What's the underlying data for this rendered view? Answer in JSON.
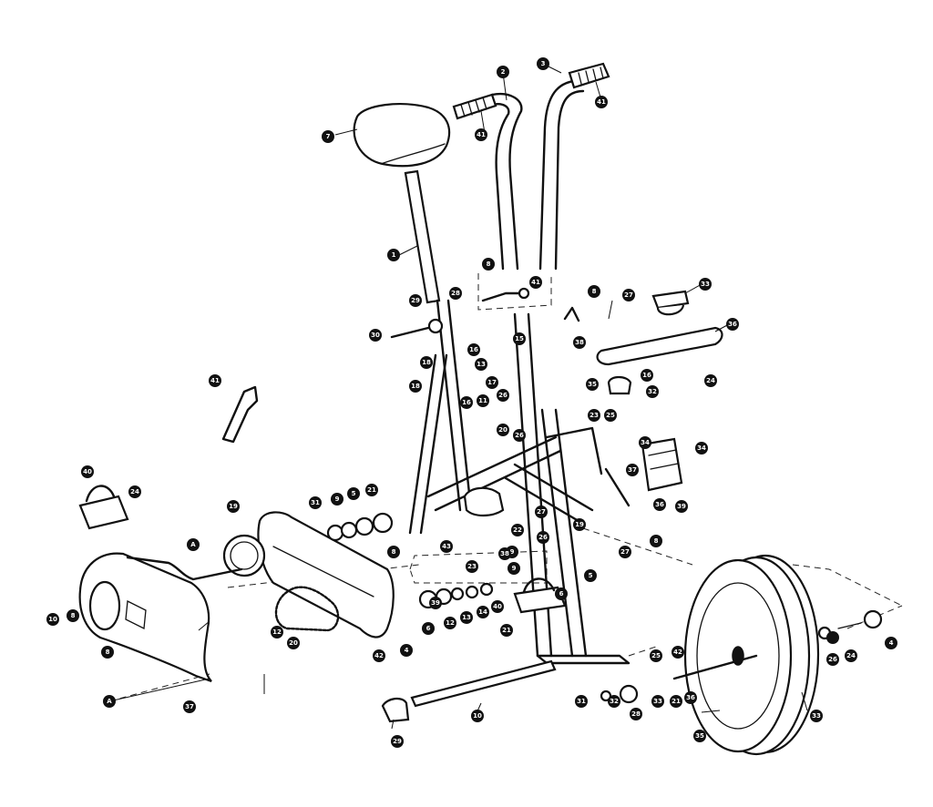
{
  "diagram": {
    "callouts": [
      {
        "id": "c1",
        "label": "7"
      },
      {
        "id": "c2",
        "label": "41"
      },
      {
        "id": "c3",
        "label": "2"
      },
      {
        "id": "c4",
        "label": "41"
      },
      {
        "id": "c5",
        "label": "3"
      },
      {
        "id": "c6",
        "label": "41"
      },
      {
        "id": "c7",
        "label": "1"
      },
      {
        "id": "c8",
        "label": "8"
      },
      {
        "id": "c9",
        "label": "8"
      },
      {
        "id": "c10",
        "label": "29"
      },
      {
        "id": "c11",
        "label": "30"
      },
      {
        "id": "c12",
        "label": "27"
      },
      {
        "id": "c13",
        "label": "33"
      },
      {
        "id": "c14",
        "label": "28"
      },
      {
        "id": "c15",
        "label": "38"
      },
      {
        "id": "c16",
        "label": "18"
      },
      {
        "id": "c17",
        "label": "16"
      },
      {
        "id": "c18",
        "label": "36"
      },
      {
        "id": "c19",
        "label": "16"
      },
      {
        "id": "c20",
        "label": "13"
      },
      {
        "id": "c21",
        "label": "15"
      },
      {
        "id": "c22",
        "label": "17"
      },
      {
        "id": "c23",
        "label": "26"
      },
      {
        "id": "c24",
        "label": "35"
      },
      {
        "id": "c25",
        "label": "18"
      },
      {
        "id": "c26",
        "label": "32"
      },
      {
        "id": "c27",
        "label": "24"
      },
      {
        "id": "c28",
        "label": "41"
      },
      {
        "id": "c29",
        "label": "16"
      },
      {
        "id": "c30",
        "label": "11"
      },
      {
        "id": "c31",
        "label": "20"
      },
      {
        "id": "c32",
        "label": "26"
      },
      {
        "id": "c33",
        "label": "23"
      },
      {
        "id": "c34",
        "label": "25"
      },
      {
        "id": "c35",
        "label": "34"
      },
      {
        "id": "c36",
        "label": "37"
      },
      {
        "id": "c37",
        "label": "34"
      },
      {
        "id": "c38",
        "label": "39"
      },
      {
        "id": "c39",
        "label": "40"
      },
      {
        "id": "c40",
        "label": "24"
      },
      {
        "id": "c41",
        "label": "36"
      },
      {
        "id": "c42",
        "label": "31"
      },
      {
        "id": "c43",
        "label": "9"
      },
      {
        "id": "c44",
        "label": "5"
      },
      {
        "id": "c45",
        "label": "21"
      },
      {
        "id": "c46",
        "label": "19"
      },
      {
        "id": "c47",
        "label": "27"
      },
      {
        "id": "c48",
        "label": "43"
      },
      {
        "id": "c49",
        "label": "22"
      },
      {
        "id": "c50",
        "label": "A"
      },
      {
        "id": "c51",
        "label": "19"
      },
      {
        "id": "c52",
        "label": "27"
      },
      {
        "id": "c53",
        "label": "8"
      },
      {
        "id": "c54",
        "label": "23"
      },
      {
        "id": "c55",
        "label": "9"
      },
      {
        "id": "c56",
        "label": "9"
      },
      {
        "id": "c57",
        "label": "5"
      },
      {
        "id": "c58",
        "label": "6"
      },
      {
        "id": "c59",
        "label": "12"
      },
      {
        "id": "c60",
        "label": "13"
      },
      {
        "id": "c61",
        "label": "14"
      },
      {
        "id": "c62",
        "label": "40"
      },
      {
        "id": "c63",
        "label": "21"
      },
      {
        "id": "c64",
        "label": "26"
      },
      {
        "id": "c65",
        "label": "6"
      },
      {
        "id": "c66",
        "label": "10"
      },
      {
        "id": "c67",
        "label": "8"
      },
      {
        "id": "c68",
        "label": "A"
      },
      {
        "id": "c69",
        "label": "8"
      },
      {
        "id": "c70",
        "label": "25"
      },
      {
        "id": "c71",
        "label": "37"
      },
      {
        "id": "c72",
        "label": "12"
      },
      {
        "id": "c73",
        "label": "20"
      },
      {
        "id": "c74",
        "label": "42"
      },
      {
        "id": "c75",
        "label": "4"
      },
      {
        "id": "c76",
        "label": "10"
      },
      {
        "id": "c77",
        "label": "8"
      },
      {
        "id": "c78",
        "label": "39"
      },
      {
        "id": "c79",
        "label": "29"
      },
      {
        "id": "c80",
        "label": "31"
      },
      {
        "id": "c81",
        "label": "32"
      },
      {
        "id": "c82",
        "label": "28"
      },
      {
        "id": "c83",
        "label": "36"
      },
      {
        "id": "c84",
        "label": "33"
      },
      {
        "id": "c85",
        "label": "21"
      },
      {
        "id": "c86",
        "label": "35"
      },
      {
        "id": "c87",
        "label": "33"
      },
      {
        "id": "c88",
        "label": "26"
      },
      {
        "id": "c89",
        "label": "24"
      },
      {
        "id": "c90",
        "label": "4"
      },
      {
        "id": "c91",
        "label": "38"
      },
      {
        "id": "c92",
        "label": "42"
      }
    ]
  }
}
